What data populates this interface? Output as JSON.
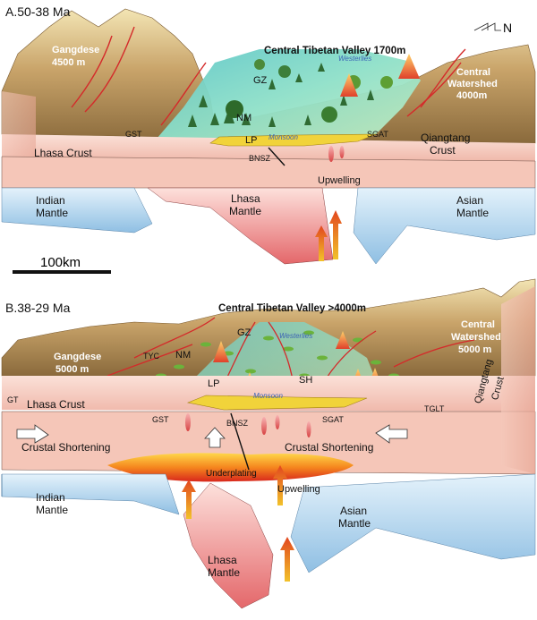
{
  "panel_a": {
    "title": "A.50-38 Ma",
    "north": "N",
    "valley": "Central Tibetan Valley 1700m",
    "gangdese": [
      "Gangdese",
      "4500 m"
    ],
    "watershed": [
      "Central",
      "Watershed",
      "4000m"
    ],
    "westerlies": "Westerlies",
    "monsoon": "Monsoon",
    "labels": {
      "gz": "GZ",
      "nm": "NM",
      "lp": "LP",
      "gst": "GST",
      "sgat": "SGAT",
      "bnsz": "BNSZ",
      "lhasa_crust": "Lhasa Crust",
      "qiangtang_crust": [
        "Qiangtang",
        "Crust"
      ],
      "indian_mantle": [
        "Indian",
        "Mantle"
      ],
      "lhasa_mantle": [
        "Lhasa",
        "Mantle"
      ],
      "asian_mantle": [
        "Asian",
        "Mantle"
      ],
      "upwelling": "Upwelling"
    }
  },
  "scale_bar": "100km",
  "panel_b": {
    "title": "B.38-29 Ma",
    "valley": "Central Tibetan Valley >4000m",
    "gangdese": [
      "Gangdese",
      "5000 m"
    ],
    "watershed": [
      "Central",
      "Watershed",
      "5000 m"
    ],
    "westerlies": "Westerlies",
    "monsoon": "Monsoon",
    "labels": {
      "gz": "GZ",
      "tyc": "TYC",
      "nm": "NM",
      "lp": "LP",
      "sh": "SH",
      "gt": "GT",
      "gst": "GST",
      "bnsz": "BNSZ",
      "sgat": "SGAT",
      "tglt": "TGLT",
      "lhasa_crust": "Lhasa Crust",
      "qiangtang_crust": [
        "Qiangtang",
        "Crust"
      ],
      "shortening": "Crustal Shortening",
      "underplating": "Underplating",
      "indian_mantle": [
        "Indian",
        "Mantle"
      ],
      "lhasa_mantle": [
        "Lhasa",
        "Mantle"
      ],
      "asian_mantle": [
        "Asian",
        "Mantle"
      ],
      "upwelling": "Upwelling"
    }
  },
  "colors": {
    "crust": "#f6d2c8",
    "mantle_blue": "#b8d9ee",
    "mantle_red": "#e88a8a",
    "terrain": "#c9a46a",
    "valley": "#8fd8d0",
    "fault": "#d42a2a",
    "sediment": "#f1d33a"
  }
}
